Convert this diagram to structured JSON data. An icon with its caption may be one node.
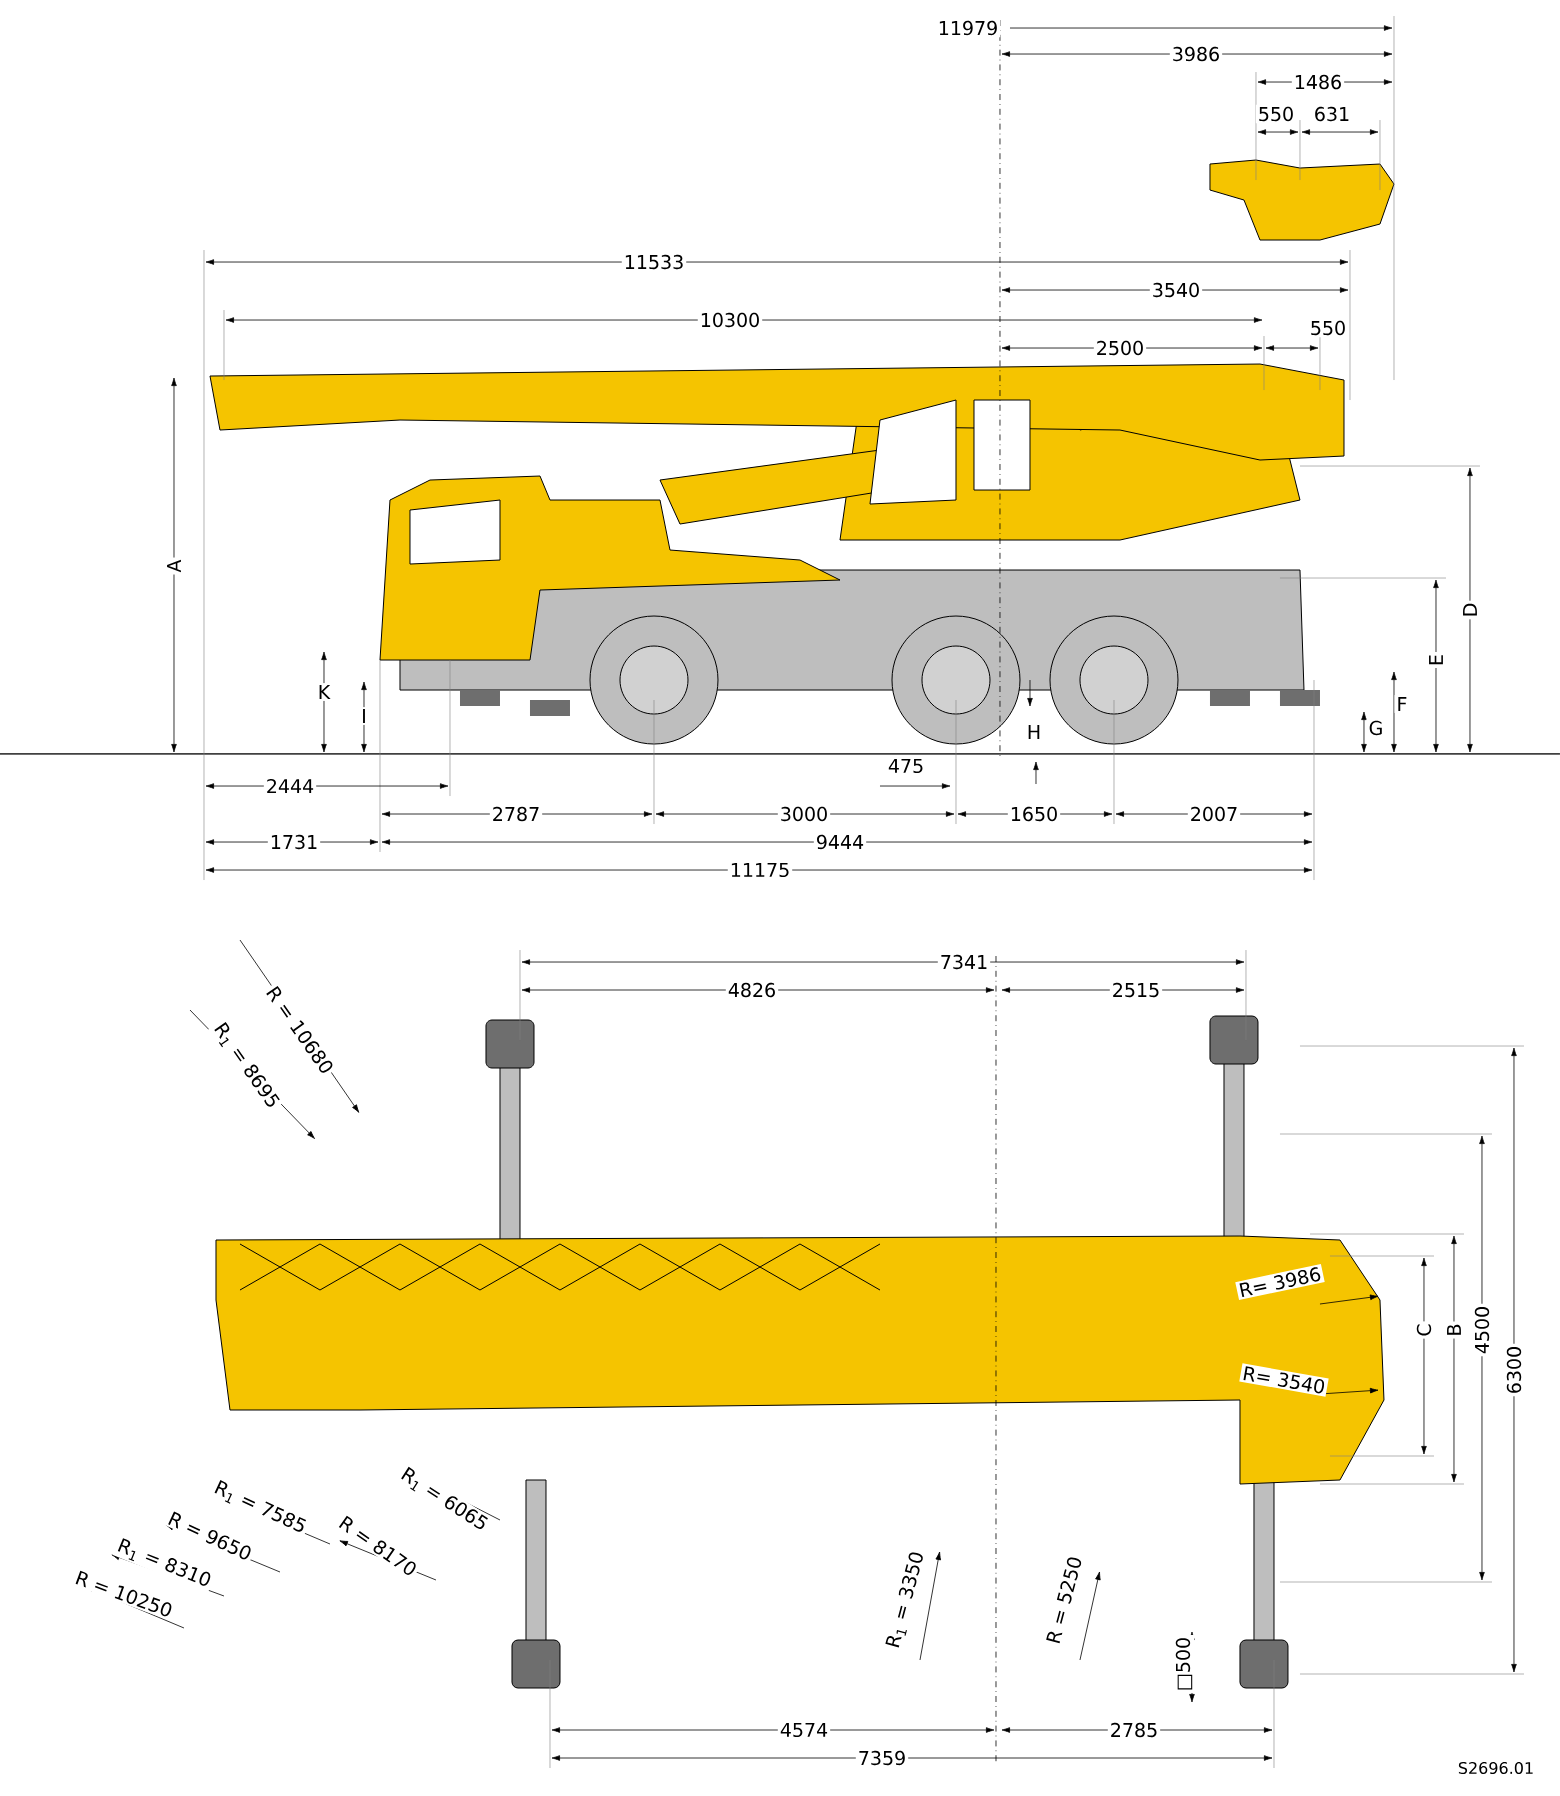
{
  "diagram": {
    "labels": [
      "11979",
      "3986",
      "1486",
      "550",
      "631",
      "11533",
      "3540",
      "10300",
      "2500",
      "550",
      "A",
      "K",
      "I",
      "H",
      "G",
      "F",
      "E",
      "D",
      "2444",
      "475",
      "2787",
      "3000",
      "1650",
      "2007",
      "1731",
      "9444",
      "11175",
      "7341",
      "4826",
      "2515",
      "R$_{1}$ = 8695",
      "R = 10680",
      "R= 3986",
      "R= 3540",
      "C",
      "B",
      "4500",
      "6300",
      "R = 10250",
      "R$_{1}$ = 8310",
      "R = 9650",
      "R$_{1}$ = 7585",
      "R = 8170",
      "R$_{1}$ = 6065",
      "R$_{1}$ = 3350",
      "R = 5250",
      "□500",
      "4574",
      "2785",
      "7359",
      "S2696.01"
    ]
  }
}
